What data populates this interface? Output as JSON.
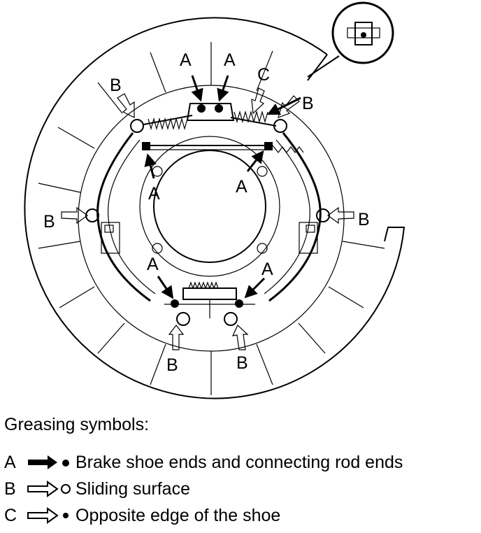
{
  "labels": {
    "A": "A",
    "B": "B",
    "C": "C"
  },
  "legend": {
    "title": "Greasing symbols:",
    "items": [
      {
        "letter": "A",
        "text": "Brake shoe ends and connecting rod ends"
      },
      {
        "letter": "B",
        "text": "Sliding surface"
      },
      {
        "letter": "C",
        "text": "Opposite edge of the shoe"
      }
    ]
  }
}
